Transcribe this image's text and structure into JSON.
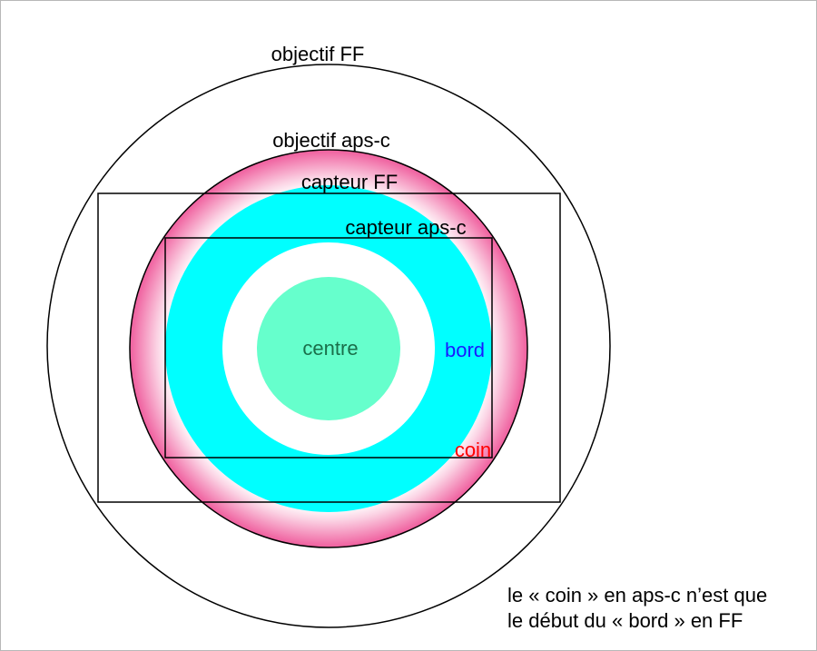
{
  "labels": {
    "lens_ff": "objectif FF",
    "lens_apsc": "objectif aps-c",
    "sensor_ff": "capteur FF",
    "sensor_apsc": "capteur aps-c",
    "center": "centre",
    "edge": "bord",
    "corner": "coin"
  },
  "note": {
    "line1": "le « coin » en aps-c n’est que",
    "line2": "le début du « bord » en FF"
  },
  "colors": {
    "lens_apsc_ring": "#ef5a9b",
    "edge_zone": "#00ffff",
    "center_zone": "#66ffcc",
    "center_text": "#1a6f4a",
    "edge_text": "#1a1aff",
    "corner_text": "#ff0000"
  }
}
